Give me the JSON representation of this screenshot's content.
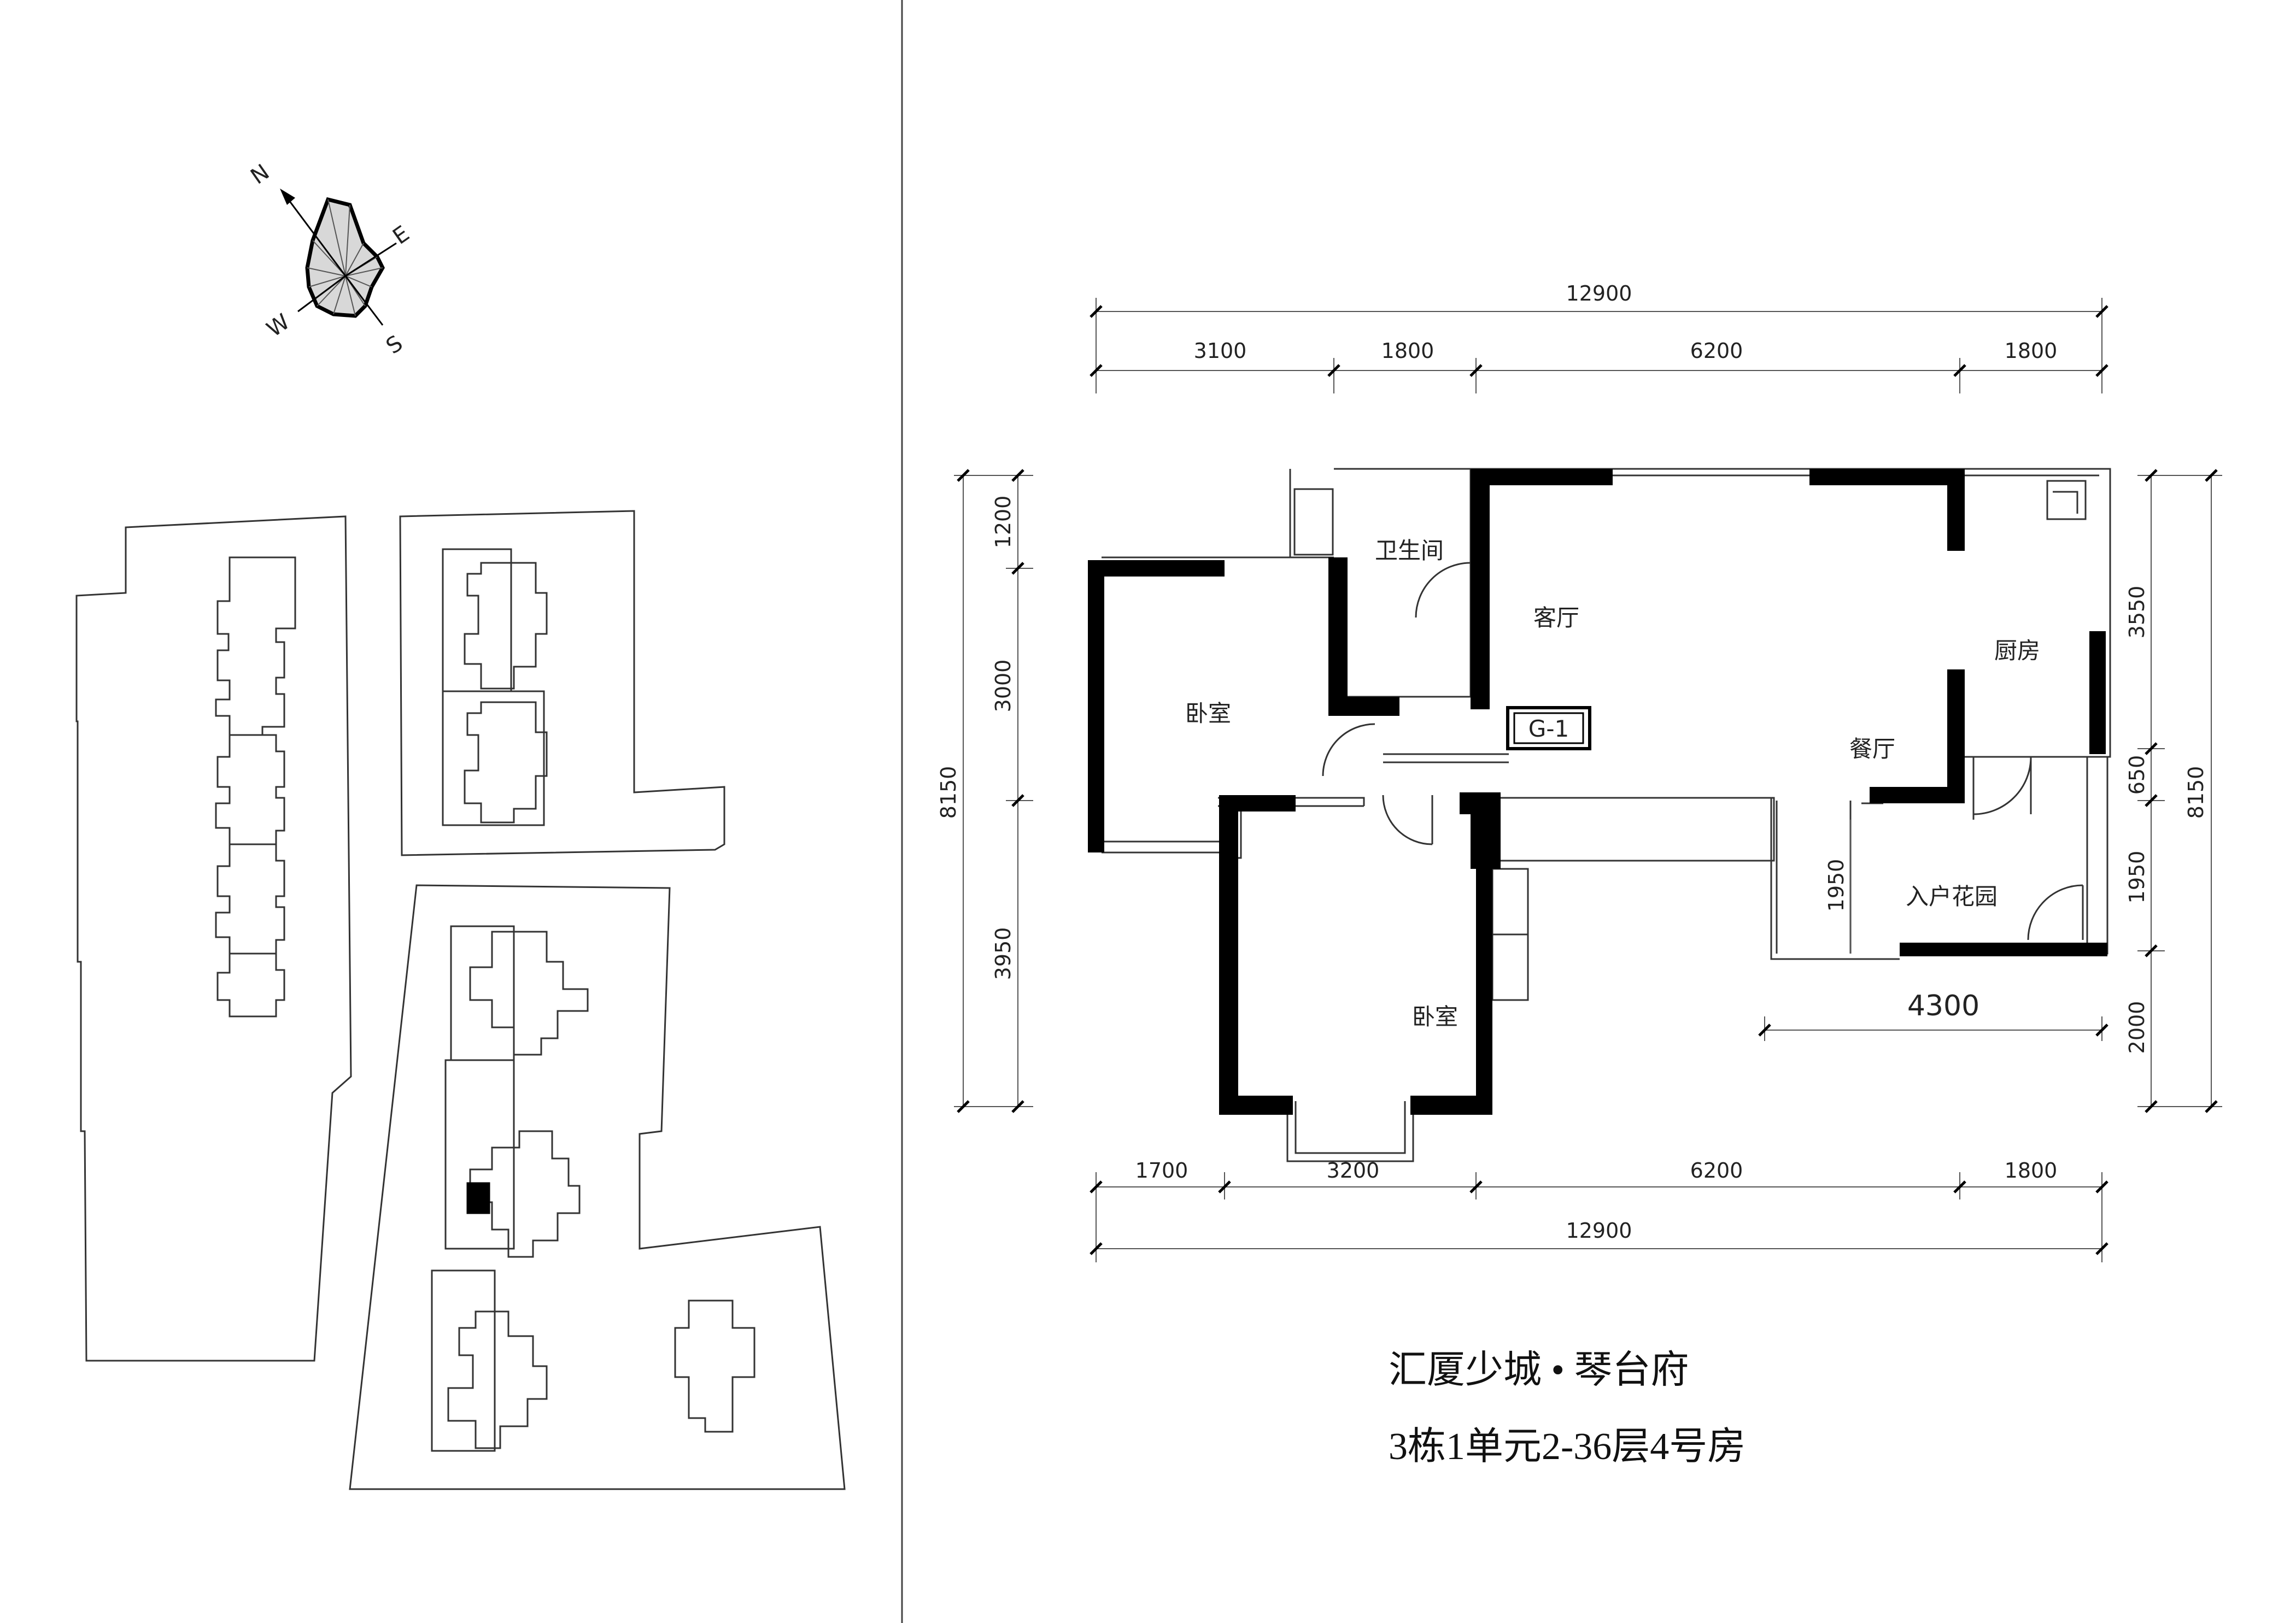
{
  "compass": {
    "labels": [
      "N",
      "E",
      "S",
      "W"
    ]
  },
  "plan": {
    "code_tag": "G-1",
    "rooms": {
      "bathroom": "卫生间",
      "living": "客厅",
      "kitchen": "厨房",
      "bedroom_1": "卧室",
      "dining": "餐厅",
      "garden": "入户花园",
      "bedroom_2": "卧室"
    },
    "dims": {
      "top_total": "12900",
      "top_segments": [
        "3100",
        "1800",
        "6200",
        "1800"
      ],
      "bottom_segments": [
        "1700",
        "3200",
        "6200",
        "1800"
      ],
      "bottom_total": "12900",
      "left_total": "8150",
      "left_segments": [
        "1200",
        "3000",
        "3950"
      ],
      "right_total": "8150",
      "right_segments": [
        "3550",
        "650",
        "1950",
        "2000"
      ],
      "garden_inner": "1950",
      "garden_width": "4300"
    }
  },
  "title": {
    "project": "汇厦少城 • 琴台府",
    "unit": "3栋1单元2-36层4号房"
  }
}
